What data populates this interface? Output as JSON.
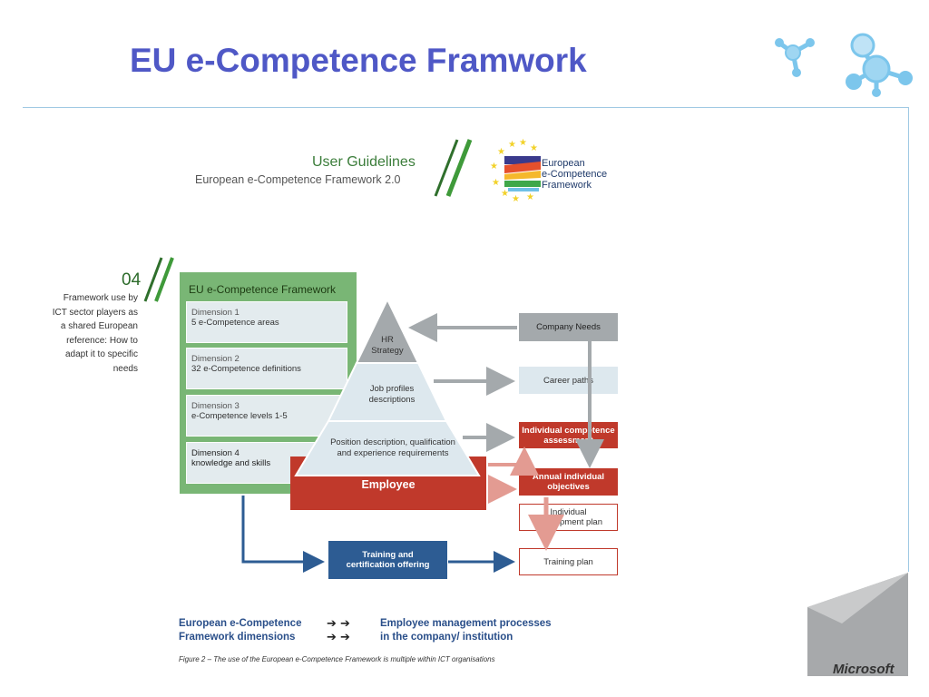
{
  "slide": {
    "title": "EU e-Competence Framwork"
  },
  "guidelines": {
    "title": "User Guidelines",
    "subtitle": "European e-Competence Framework 2.0"
  },
  "logo": {
    "line1": "European",
    "line2": "e-Competence",
    "line3": "Framework"
  },
  "side_note": {
    "number": "04",
    "lines": [
      "Framework use by",
      "ICT sector players as",
      "a shared European",
      "reference: How to",
      "adapt it to specific",
      "needs"
    ]
  },
  "framework_panel": {
    "title": "EU e-Competence Framework",
    "dimensions": [
      {
        "label": "Dimension 1",
        "desc": "5 e-Competence areas"
      },
      {
        "label": "Dimension 2",
        "desc": "32 e-Competence definitions"
      },
      {
        "label": "Dimension 3",
        "desc": "e-Competence levels 1-5"
      },
      {
        "label": "Dimension 4",
        "desc": "knowledge and skills"
      }
    ]
  },
  "pyramid": {
    "top_line1": "HR",
    "top_line2": "Strategy",
    "mid_line1": "Job profiles",
    "mid_line2": "descriptions",
    "bottom_line1": "Position description, qualification",
    "bottom_line2": "and experience requirements",
    "employee": "Employee"
  },
  "right_boxes": {
    "company_needs": "Company Needs",
    "career_paths": "Career paths",
    "competence_assessment_1": "Individual competence",
    "competence_assessment_2": "assessment",
    "annual_objectives_1": "Annual individual",
    "annual_objectives_2": "objectives",
    "development_plan_1": "Individual",
    "development_plan_2": "development plan",
    "training_plan": "Training plan"
  },
  "training_offering": {
    "line1": "Training and",
    "line2": "certification offering"
  },
  "legend": {
    "left_line1": "European e-Competence",
    "left_line2": "Framework dimensions",
    "arrows": "➔  ➔",
    "right_line1": "Employee management processes",
    "right_line2": "in the company/ institution"
  },
  "caption": "Figure 2 – The use of the European e-Competence Framework is multiple within ICT organisations",
  "brand": {
    "name": "Microsoft"
  },
  "colors": {
    "title": "#4f58c6",
    "panel_green": "#79b675",
    "employee_red": "#c0392b",
    "navy": "#2d5c93",
    "gray": "#a4a9ac"
  }
}
